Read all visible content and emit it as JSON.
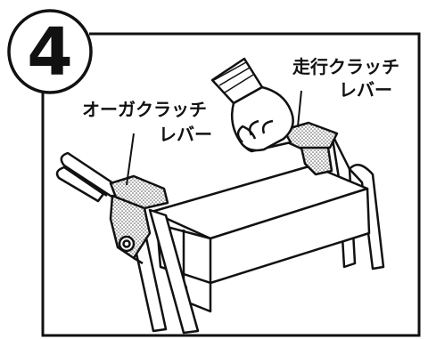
{
  "step": {
    "number": "4"
  },
  "labels": {
    "auger_line1": "オーガクラッチ",
    "auger_line2": "レバー",
    "travel_line1": "走行クラッチ",
    "travel_line2": "レバー"
  },
  "colors": {
    "ink": "#111111",
    "paper": "#ffffff",
    "hatch": "#bdbdbd"
  },
  "icons": {
    "hand": "gloved-hand-icon",
    "auger_lever": "auger-clutch-lever-icon",
    "travel_lever": "travel-clutch-lever-icon"
  }
}
